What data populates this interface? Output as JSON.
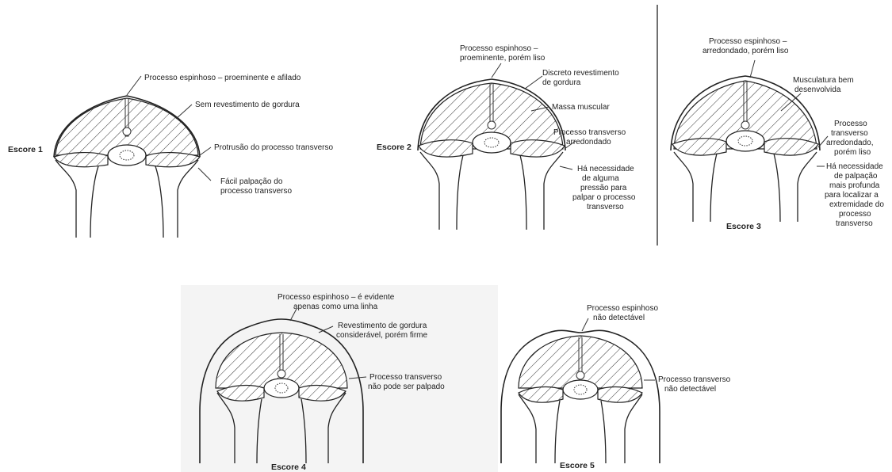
{
  "panels": [
    {
      "score": "Escore 1",
      "labels": [
        "Processo espinhoso – proeminente e afilado",
        "Sem revestimento de gordura",
        "Protrusão do processo transverso",
        "Fácil palpação do",
        "processo transverso"
      ]
    },
    {
      "score": "Escore 2",
      "labels": [
        "Processo espinhoso –",
        "proeminente, porém liso",
        "Discreto revestimento",
        "de gordura",
        "Massa muscular",
        "Processo transverso",
        "arredondado",
        "Há necessidade",
        "de alguma",
        "pressão para",
        "palpar o processo",
        "transverso"
      ]
    },
    {
      "score": "Escore 3",
      "labels": [
        "Processo espinhoso –",
        "arredondado, porém liso",
        "Musculatura bem",
        "desenvolvida",
        "Processo",
        "transverso",
        "arredondado,",
        "porém liso",
        "Há necessidade",
        "de palpação",
        "mais profunda",
        "para localizar a",
        "extremidade do",
        "processo",
        "transverso"
      ]
    },
    {
      "score": "Escore 4",
      "labels": [
        "Processo espinhoso – é evidente",
        "apenas como uma linha",
        "Revestimento de gordura",
        "considerável, porém firme",
        "Processo transverso",
        "não pode ser palpado"
      ]
    },
    {
      "score": "Escore 5",
      "labels": [
        "Processo espinhoso",
        "não detectável",
        "Processo transverso",
        "não detectável"
      ]
    }
  ]
}
